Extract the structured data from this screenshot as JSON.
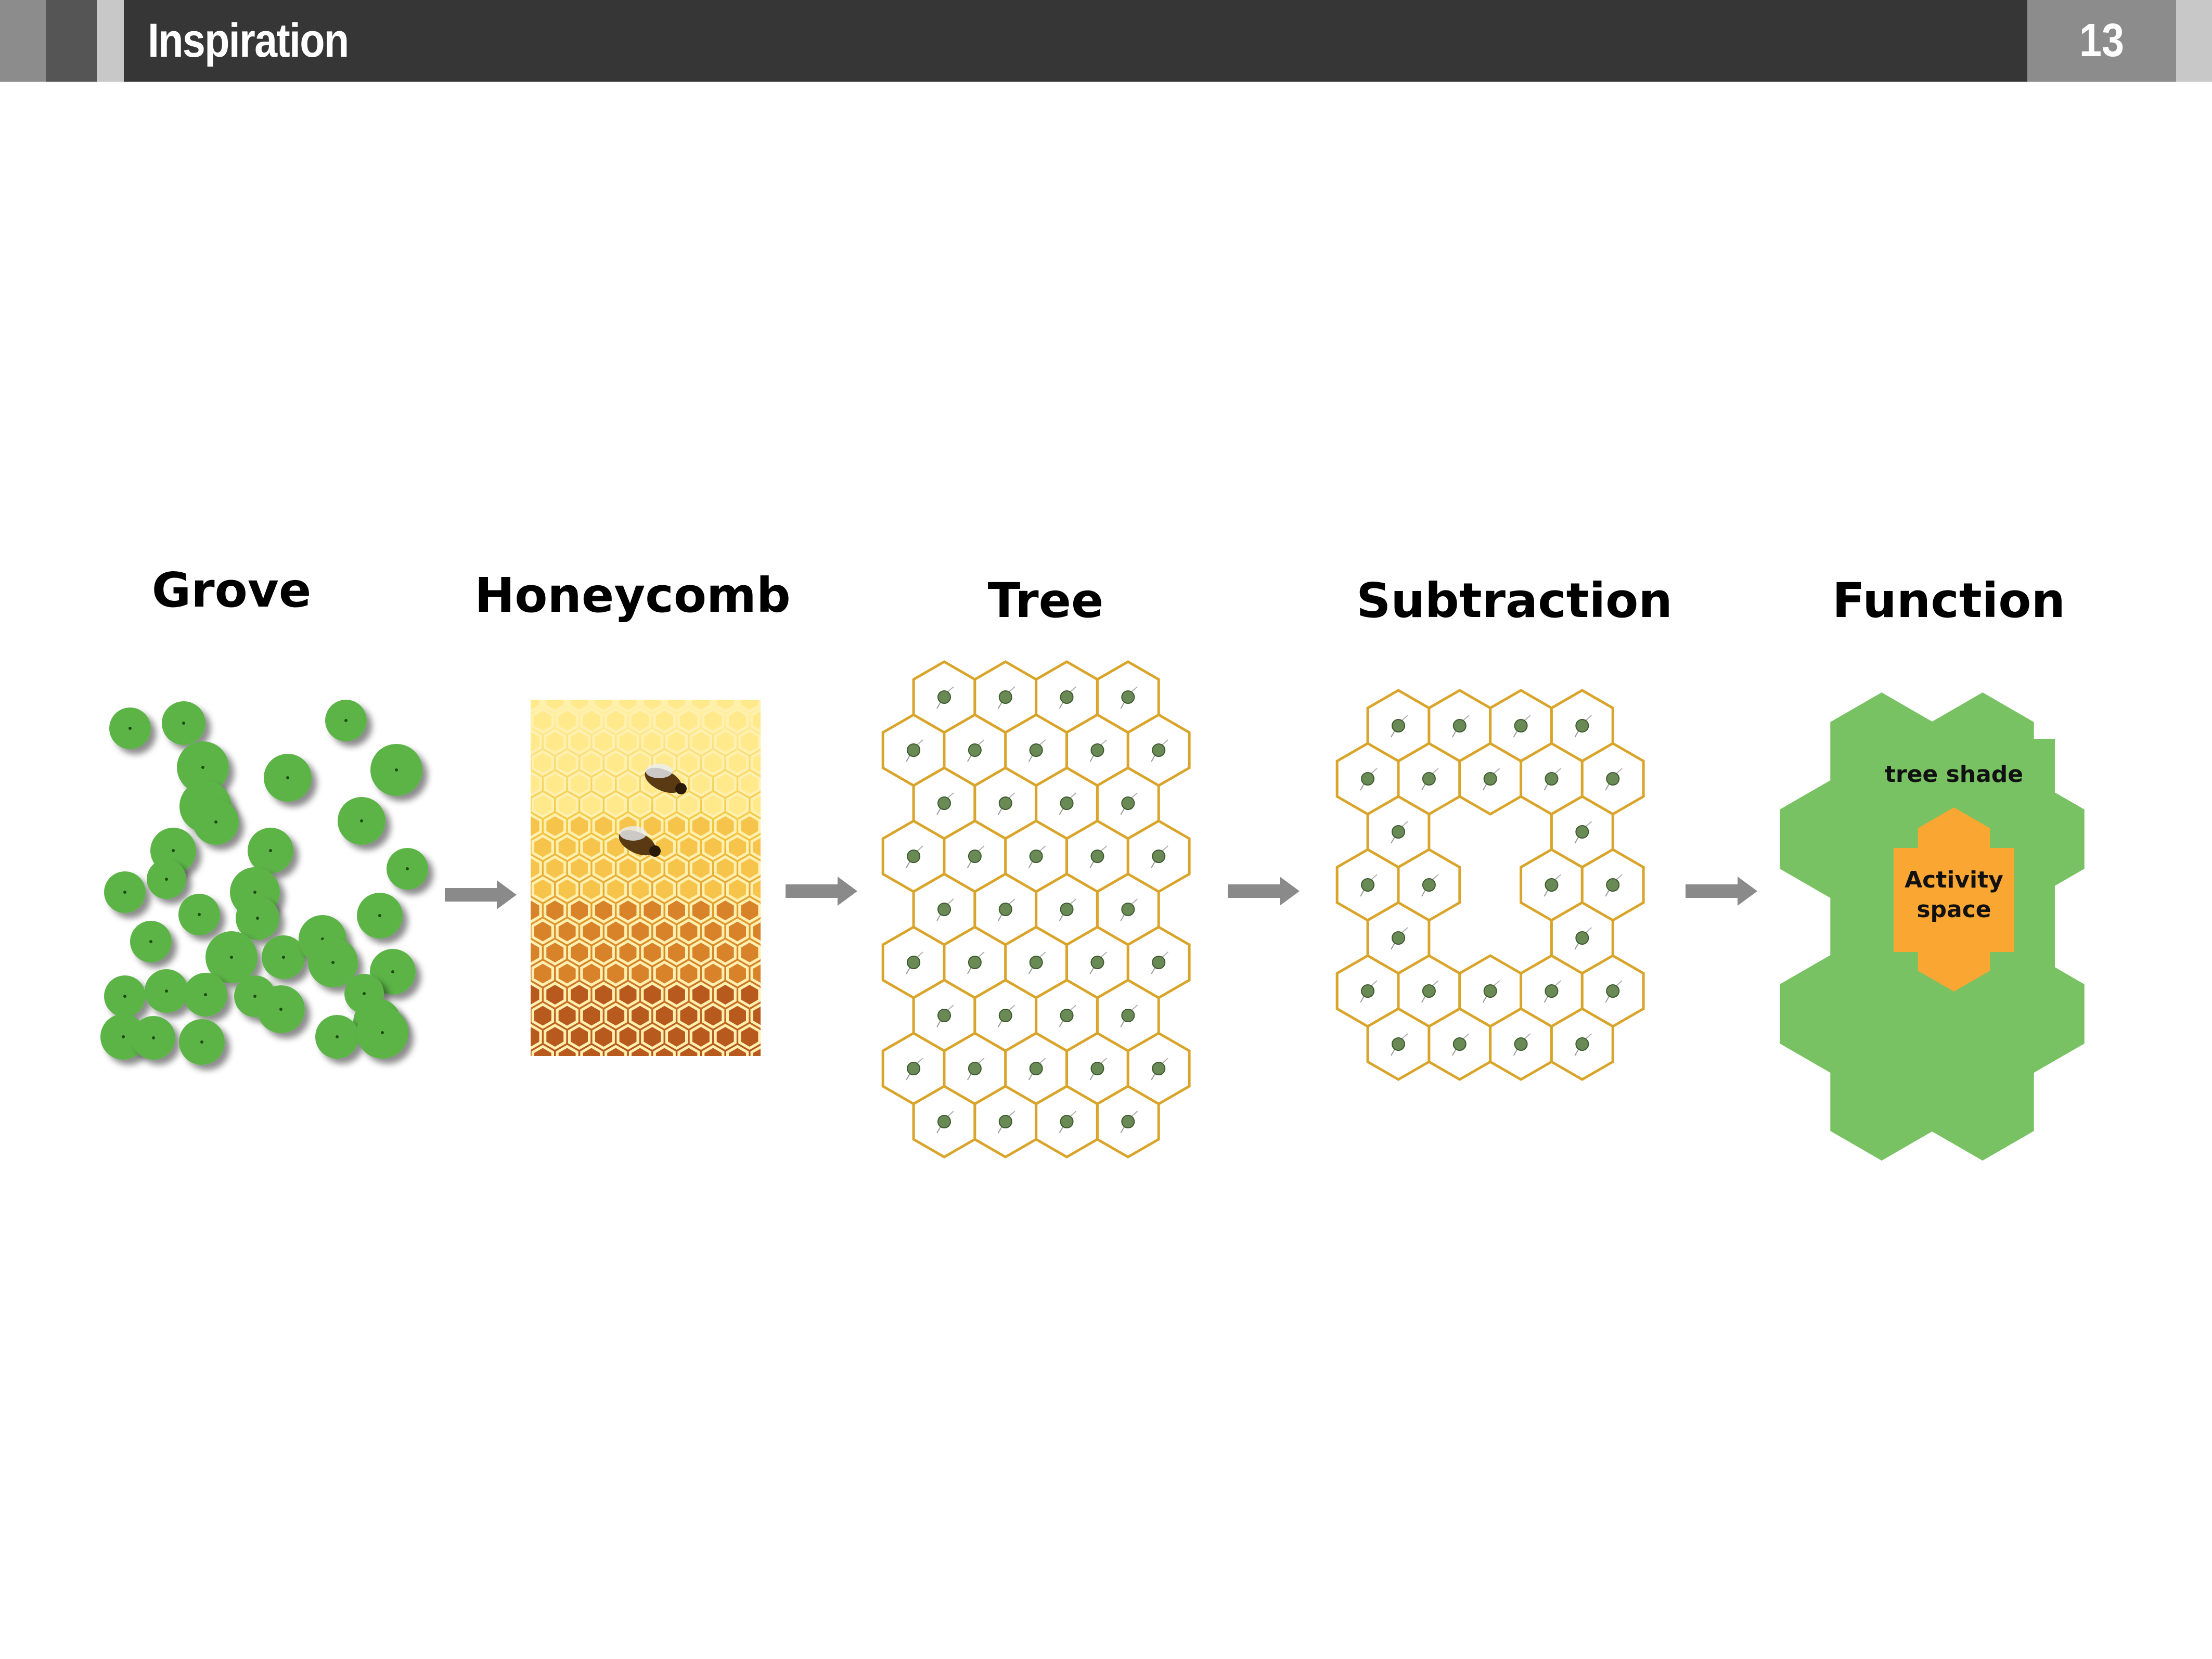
{
  "header": {
    "title": "Inspiration",
    "page_number": "13",
    "colors": {
      "dark": "#363636",
      "mid": "#8c8c8c",
      "light": "#c8c8c8"
    }
  },
  "stages": [
    {
      "id": "grove",
      "title": "Grove"
    },
    {
      "id": "honeycomb",
      "title": "Honeycomb"
    },
    {
      "id": "tree",
      "title": "Tree"
    },
    {
      "id": "subtraction",
      "title": "Subtraction"
    },
    {
      "id": "function",
      "title": "Function"
    }
  ],
  "function_diagram": {
    "outer_label": "tree shade",
    "inner_label_line1": "Activity",
    "inner_label_line2": "space",
    "outer_color": "#78c264",
    "inner_color": "#f9a632"
  },
  "colors": {
    "grove_circle": "#5bb447",
    "honeycomb_stroke": "#d9a42a",
    "arrow": "#8a8a8a"
  }
}
